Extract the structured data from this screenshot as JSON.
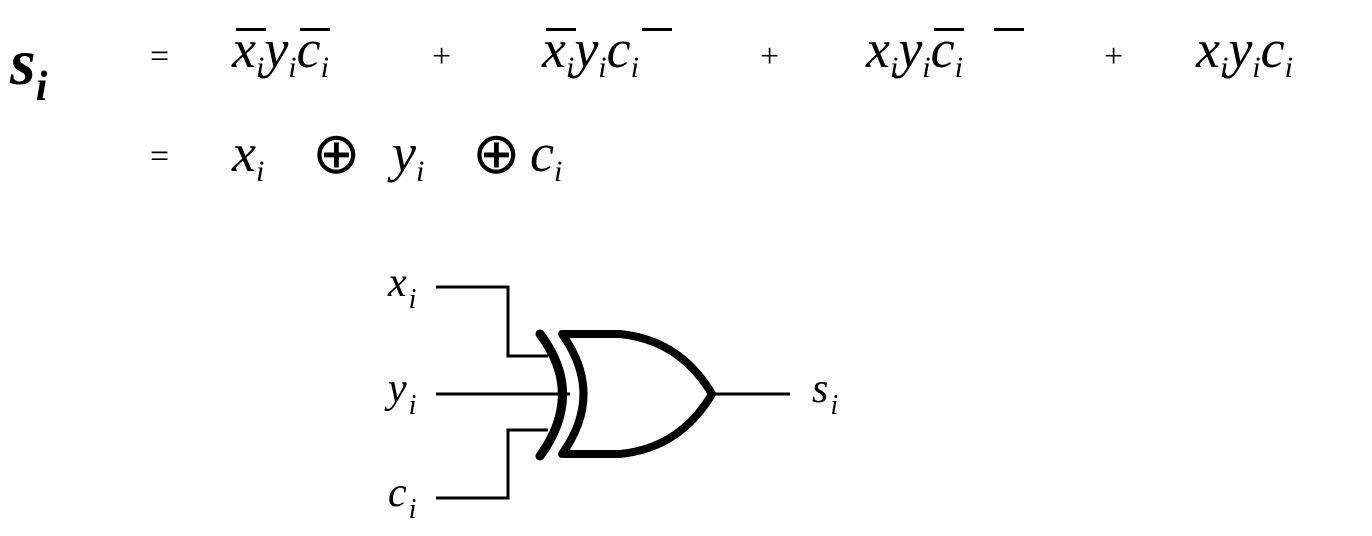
{
  "equation": {
    "lhs": {
      "var": "s",
      "sub": "i"
    },
    "eq1": "=",
    "eq2": "=",
    "plus": "+",
    "xor": "⊕",
    "terms_line1": [
      [
        {
          "v": "x",
          "s": "i",
          "bar": true
        },
        {
          "v": "y",
          "s": "i",
          "bar": true
        },
        {
          "v": "c",
          "s": "i",
          "bar": false
        }
      ],
      [
        {
          "v": "x",
          "s": "i",
          "bar": true
        },
        {
          "v": "y",
          "s": "i",
          "bar": false
        },
        {
          "v": "c",
          "s": "i",
          "bar": true
        }
      ],
      [
        {
          "v": "x",
          "s": "i",
          "bar": false
        },
        {
          "v": "y",
          "s": "i",
          "bar": true
        },
        {
          "v": "c",
          "s": "i",
          "bar": true
        }
      ],
      [
        {
          "v": "x",
          "s": "i",
          "bar": false
        },
        {
          "v": "y",
          "s": "i",
          "bar": false
        },
        {
          "v": "c",
          "s": "i",
          "bar": false
        }
      ]
    ],
    "line2": [
      {
        "v": "x",
        "s": "i"
      },
      {
        "v": "y",
        "s": "i"
      },
      {
        "v": "c",
        "s": "i"
      }
    ]
  },
  "circuit": {
    "inputs": [
      {
        "v": "x",
        "s": "i"
      },
      {
        "v": "y",
        "s": "i"
      },
      {
        "v": "c",
        "s": "i"
      }
    ],
    "output": {
      "v": "s",
      "s": "i"
    }
  }
}
